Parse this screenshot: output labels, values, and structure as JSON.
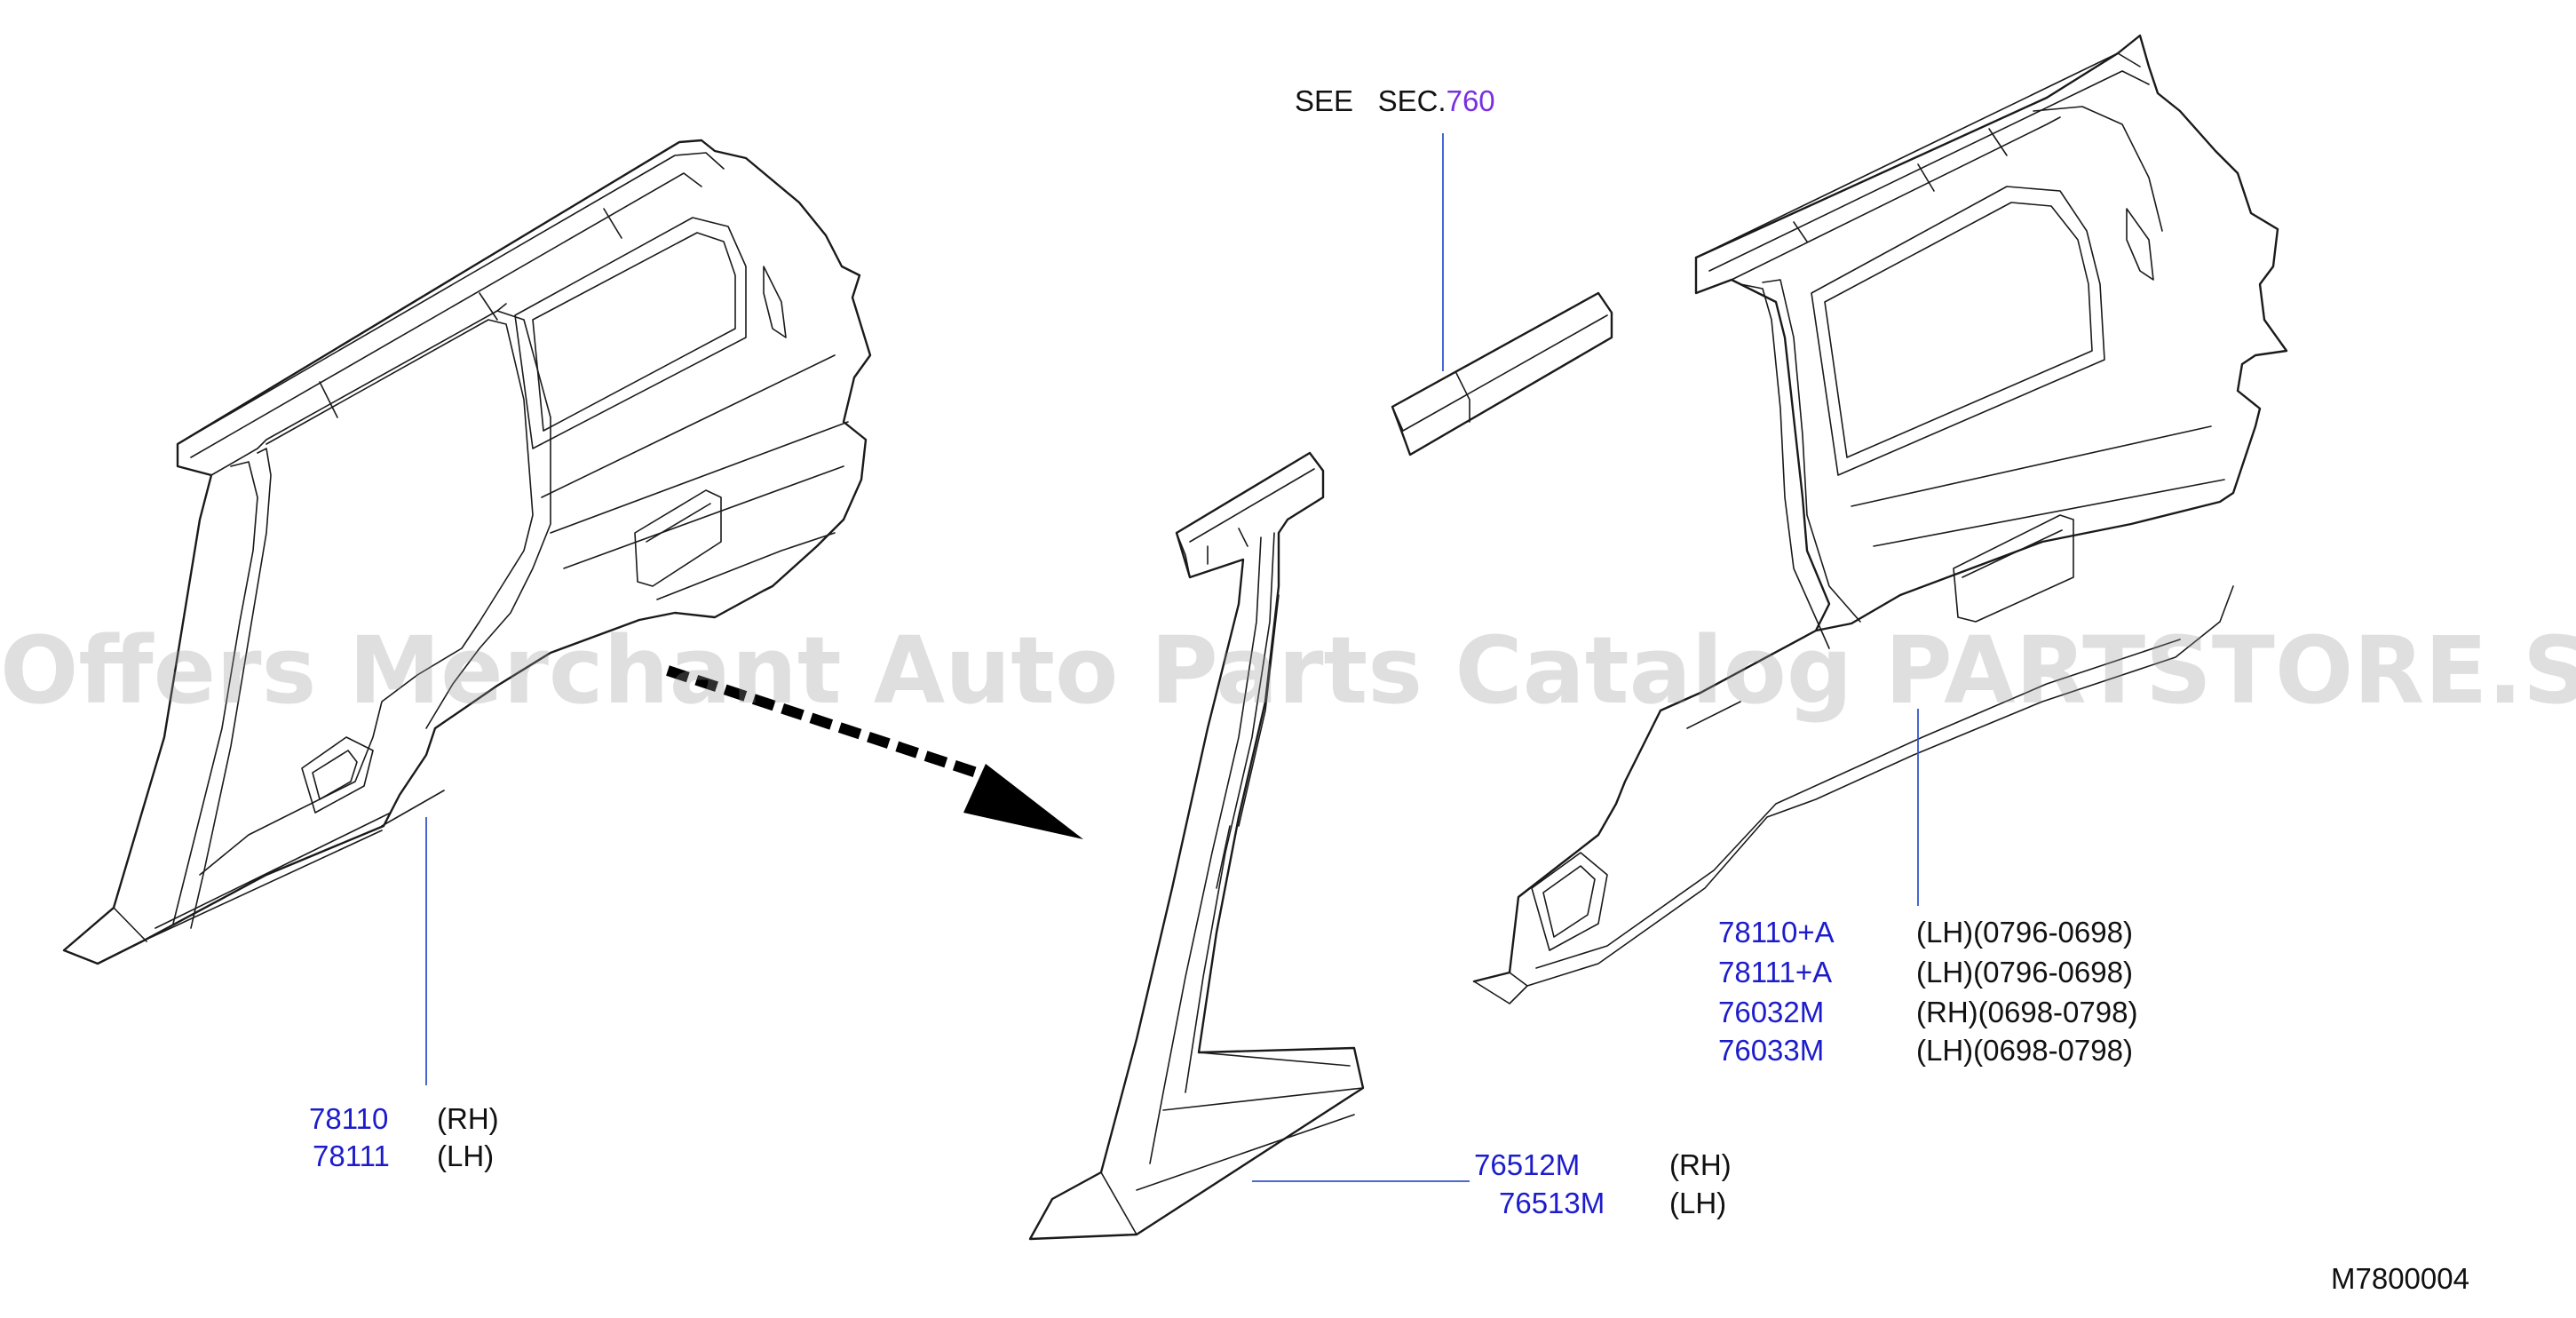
{
  "see_section": {
    "prefix": "SEE",
    "label": "SEC.",
    "number": "760"
  },
  "callouts": [
    {
      "part": "78110",
      "note": "(RH)"
    },
    {
      "part": "78111",
      "note": "(LH)"
    },
    {
      "part": "76512M",
      "note": "(RH)"
    },
    {
      "part": "76513M",
      "note": "(LH)"
    },
    {
      "part": "78110+A",
      "note": "(LH)(0796-0698)"
    },
    {
      "part": "78111+A",
      "note": "(LH)(0796-0698)"
    },
    {
      "part": "76032M",
      "note": "(RH)(0698-0798)"
    },
    {
      "part": "76033M",
      "note": "(LH)(0698-0798)"
    }
  ],
  "diagram_code": "M7800004",
  "watermark": "Offers Merchant Auto Parts Catalog PARTSTORE.SA",
  "colors": {
    "part_number": "#1c1ccc",
    "section_number": "#7a2fe0",
    "leader": "#3355cc",
    "line": "#1a1a1a"
  }
}
